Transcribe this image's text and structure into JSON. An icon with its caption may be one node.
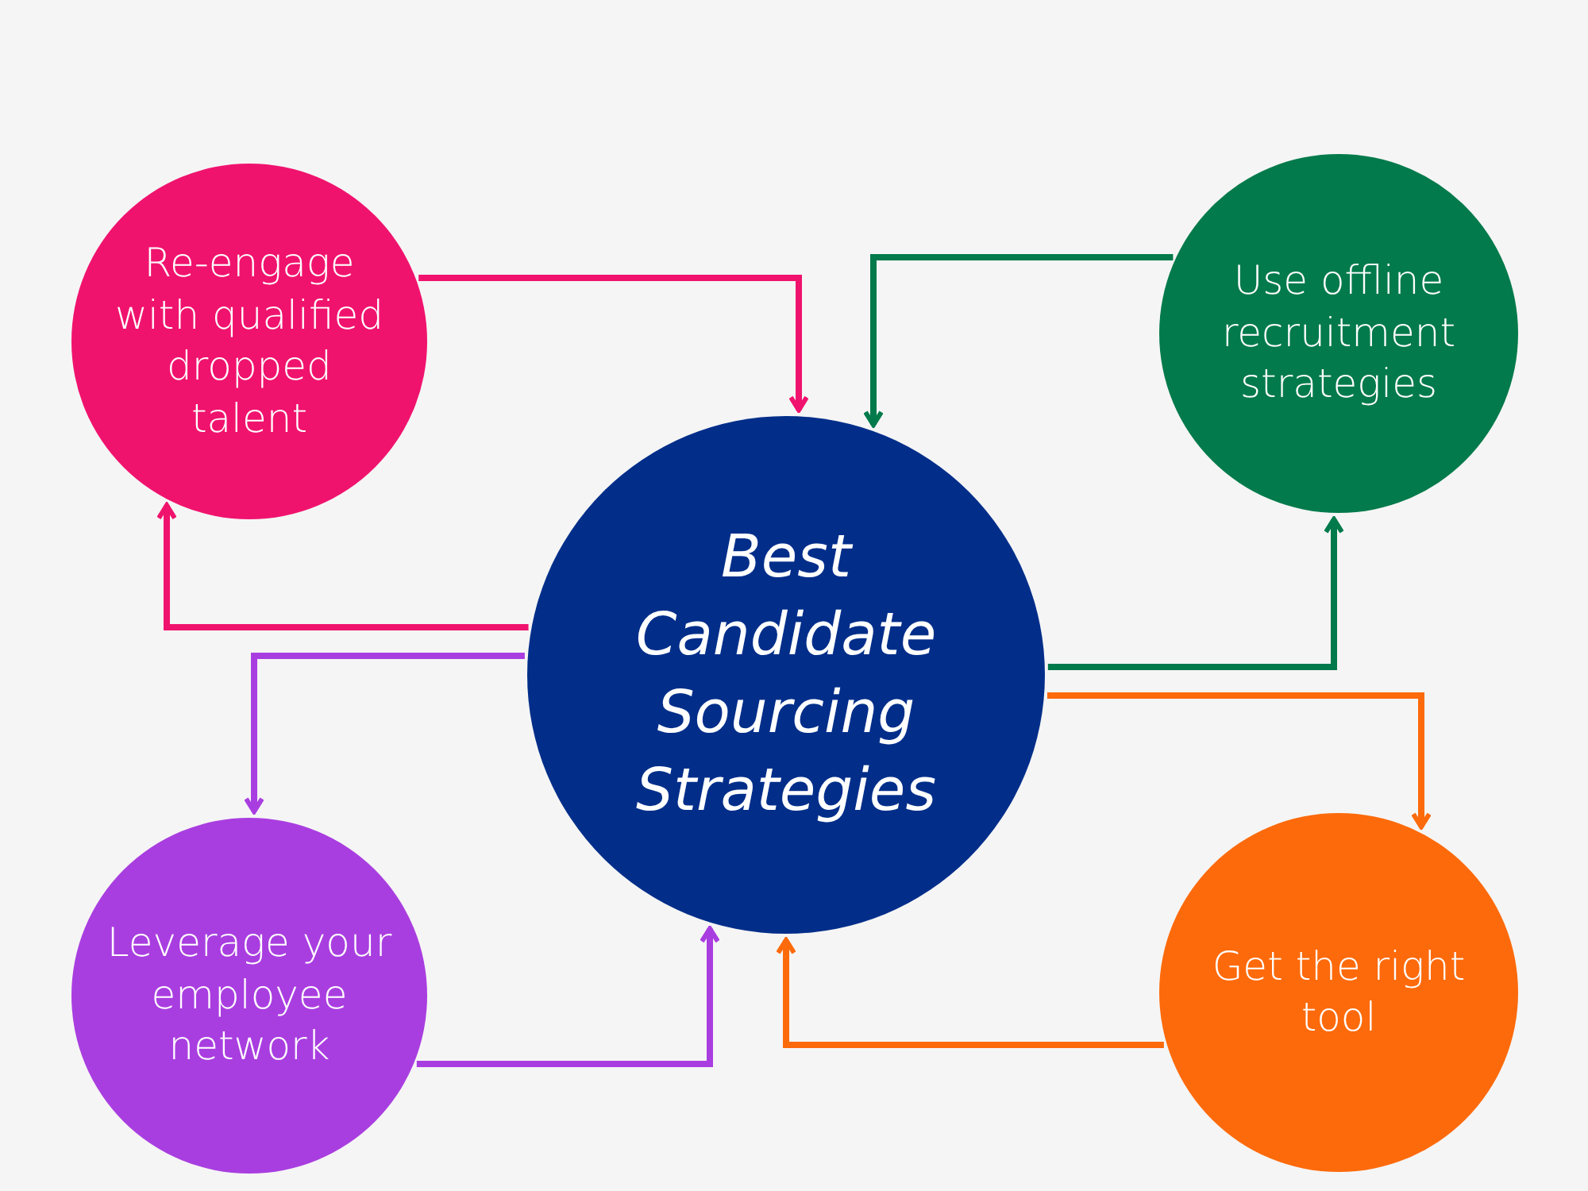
{
  "diagram": {
    "nodes": [
      {
        "text": [
          "Best Candidate Sourcing Strategies"
        ]
      },
      {
        "text": [
          "Re-engage with qualified dropped talent"
        ]
      },
      {
        "text": [
          "Use offline recruitment strategies"
        ]
      },
      {
        "text": [
          "Leverage your employee network"
        ]
      },
      {
        "text": [
          "Get the right tool"
        ]
      }
    ],
    "edges": [
      {
        "from": 1,
        "to": 0,
        "arrow": "to",
        "color": "#f0136e"
      },
      {
        "from": 0,
        "to": 1,
        "arrow": "to",
        "color": "#f0136e"
      },
      {
        "from": 2,
        "to": 0,
        "arrow": "to",
        "color": "#037a4b"
      },
      {
        "from": 0,
        "to": 2,
        "arrow": "to",
        "color": "#037a4b"
      },
      {
        "from": 0,
        "to": 3,
        "arrow": "to",
        "color": "#a93ee0"
      },
      {
        "from": 3,
        "to": 0,
        "arrow": "to",
        "color": "#a93ee0"
      },
      {
        "from": 0,
        "to": 4,
        "arrow": "to",
        "color": "#fd6a0b"
      },
      {
        "from": 4,
        "to": 0,
        "arrow": "to",
        "color": "#fd6a0b"
      }
    ]
  }
}
